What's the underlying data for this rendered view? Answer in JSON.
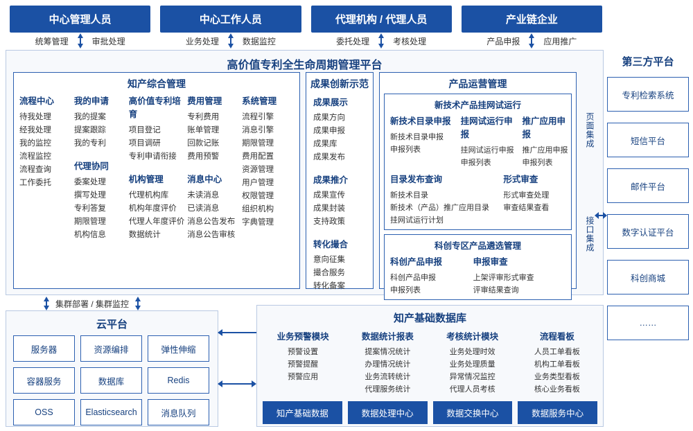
{
  "roles": [
    {
      "label": "中心管理人员",
      "actions": [
        "统筹管理",
        "审批处理"
      ]
    },
    {
      "label": "中心工作人员",
      "actions": [
        "业务处理",
        "数据监控"
      ]
    },
    {
      "label": "代理机构 / 代理人员",
      "actions": [
        "委托处理",
        "考核处理"
      ]
    },
    {
      "label": "产业链企业",
      "actions": [
        "产品申报",
        "应用推广"
      ]
    }
  ],
  "platform": {
    "title": "高价值专利全生命周期管理平台",
    "vertical_labels": [
      "页面集成",
      "接口集成"
    ],
    "groups": [
      {
        "title": "知产综合管理",
        "columns": [
          {
            "heads": [
              {
                "label": "流程中心",
                "items": [
                  "待我处理",
                  "经我处理",
                  "我的监控",
                  "流程监控",
                  "流程查询",
                  "工作委托"
                ]
              }
            ]
          },
          {
            "heads": [
              {
                "label": "我的申请",
                "items": [
                  "我的提案",
                  "提案跟踪",
                  "我的专利"
                ]
              },
              {
                "label": "代理协同",
                "items": [
                  "委案处理",
                  "撰写处理",
                  "专利答复",
                  "期限管理",
                  "机构信息"
                ]
              }
            ]
          },
          {
            "heads": [
              {
                "label": "高价值专利培育",
                "items": [
                  "项目登记",
                  "项目调研",
                  "专利申请衔接"
                ]
              },
              {
                "label": "机构管理",
                "items": [
                  "代理机构库",
                  "机构年度评价",
                  "代理人年度评价",
                  "数据统计"
                ]
              }
            ]
          },
          {
            "heads": [
              {
                "label": "费用管理",
                "items": [
                  "专利费用",
                  "账单管理",
                  "回款记账",
                  "费用预警"
                ]
              },
              {
                "label": "消息中心",
                "items": [
                  "未读消息",
                  "已读消息",
                  "消息公告发布",
                  "消息公告审核"
                ]
              }
            ]
          },
          {
            "heads": [
              {
                "label": "系统管理",
                "items": [
                  "流程引擎",
                  "消息引擎",
                  "期限管理",
                  "费用配置",
                  "资源管理",
                  "用户管理",
                  "权限管理",
                  "组织机构",
                  "字典管理"
                ]
              }
            ]
          }
        ]
      },
      {
        "title": "成果创新示范",
        "columns": [
          {
            "heads": [
              {
                "label": "成果展示",
                "items": [
                  "成果方向",
                  "成果申报",
                  "成果库",
                  "成果发布"
                ]
              },
              {
                "label": "成果推介",
                "items": [
                  "成果宣传",
                  "成果封装",
                  "支持政策"
                ]
              },
              {
                "label": "转化撮合",
                "items": [
                  "意向征集",
                  "撮合服务",
                  "转化备案"
                ]
              }
            ]
          }
        ]
      },
      {
        "title": "产品运营管理",
        "subs": [
          {
            "title": "新技术产品挂网试运行",
            "columns": [
              {
                "label": "新技术目录申报",
                "items": [
                  "新技术目录申报",
                  "申报列表"
                ]
              },
              {
                "label": "挂网试运行申报",
                "items": [
                  "挂网试运行申报",
                  "申报列表"
                ]
              },
              {
                "label": "推广应用申报",
                "items": [
                  "推广应用申报",
                  "申报列表"
                ]
              },
              {
                "label": "目录发布查询",
                "items": [
                  "新技术目录",
                  "新技术（产品）推广应用目录",
                  "挂网试运行计划"
                ]
              },
              {
                "label": "形式审查",
                "items": [
                  "形式审查处理",
                  "审查结果查看"
                ]
              }
            ]
          },
          {
            "title": "科创专区产品遴选管理",
            "columns": [
              {
                "label": "科创产品申报",
                "items": [
                  "科创产品申报",
                  "申报列表"
                ]
              },
              {
                "label": "申报审查",
                "items": [
                  "上架评审形式审查",
                  "评审结果查询"
                ]
              }
            ]
          }
        ]
      }
    ]
  },
  "third_party": {
    "title": "第三方平台",
    "items": [
      "专利检索系统",
      "短信平台",
      "邮件平台",
      "数字认证平台",
      "科创商城",
      "……"
    ]
  },
  "cluster_label": "集群部署 / 集群监控",
  "cloud": {
    "title": "云平台",
    "items": [
      "服务器",
      "资源编排",
      "弹性伸缩",
      "容器服务",
      "数据库",
      "Redis",
      "OSS",
      "Elasticsearch",
      "消息队列"
    ]
  },
  "kdb": {
    "title": "知产基础数据库",
    "columns": [
      {
        "label": "业务预警模块",
        "items": [
          "预警设置",
          "预警提醒",
          "预警应用"
        ]
      },
      {
        "label": "数据统计报表",
        "items": [
          "提案情况统计",
          "办理情况统计",
          "业务流转统计",
          "代理服务统计"
        ]
      },
      {
        "label": "考核统计模块",
        "items": [
          "业务处理时效",
          "业务处理质量",
          "异常情况监控",
          "代理人员考核"
        ]
      },
      {
        "label": "流程看板",
        "items": [
          "人员工单看板",
          "机构工单看板",
          "业务类型看板",
          "核心业务看板"
        ]
      }
    ],
    "bottom": [
      "知产基础数据",
      "数据处理中心",
      "数据交换中心",
      "数据服务中心"
    ]
  },
  "colors": {
    "brand": "#1b51a4",
    "text": "#16407f",
    "border": "#2b5fb0"
  }
}
